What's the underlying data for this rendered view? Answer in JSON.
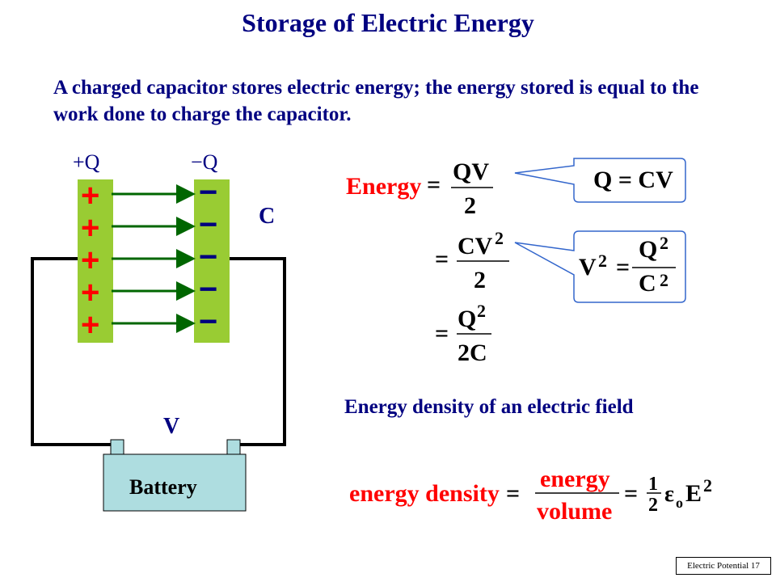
{
  "slide": {
    "title": "Storage of Electric Energy",
    "intro": "A charged capacitor stores electric energy; the energy stored is equal to the work done to charge the capacitor.",
    "footer": "Electric Potential 17"
  },
  "circuit": {
    "plus_q": "+Q",
    "minus_q": "−Q",
    "capacitor_label": "C",
    "voltage_label": "V",
    "battery_label": "Battery",
    "plus_sign": "+",
    "minus_sign": "−"
  },
  "equations": {
    "energy_word": "Energy",
    "eq": "=",
    "qv": "QV",
    "two": "2",
    "cv2_base": "CV",
    "sq": "2",
    "q2_base": "Q",
    "two_c": "2C",
    "callout1": "Q = CV",
    "callout2_lhs": "V",
    "callout2_num": "Q",
    "callout2_den": "C"
  },
  "density": {
    "heading": "Energy density of an electric field",
    "lhs": "energy density",
    "frac_num": "energy",
    "frac_den": "volume",
    "half_num": "1",
    "half_den": "2",
    "epsilon": "ε",
    "sub_o": "o",
    "e_base": "E",
    "e_exp": "2"
  },
  "colors": {
    "text": "#000080",
    "plate": "#99cc33",
    "plus": "#ff0000",
    "minus": "#000080",
    "field": "#006600",
    "battery": "#aedde0"
  }
}
